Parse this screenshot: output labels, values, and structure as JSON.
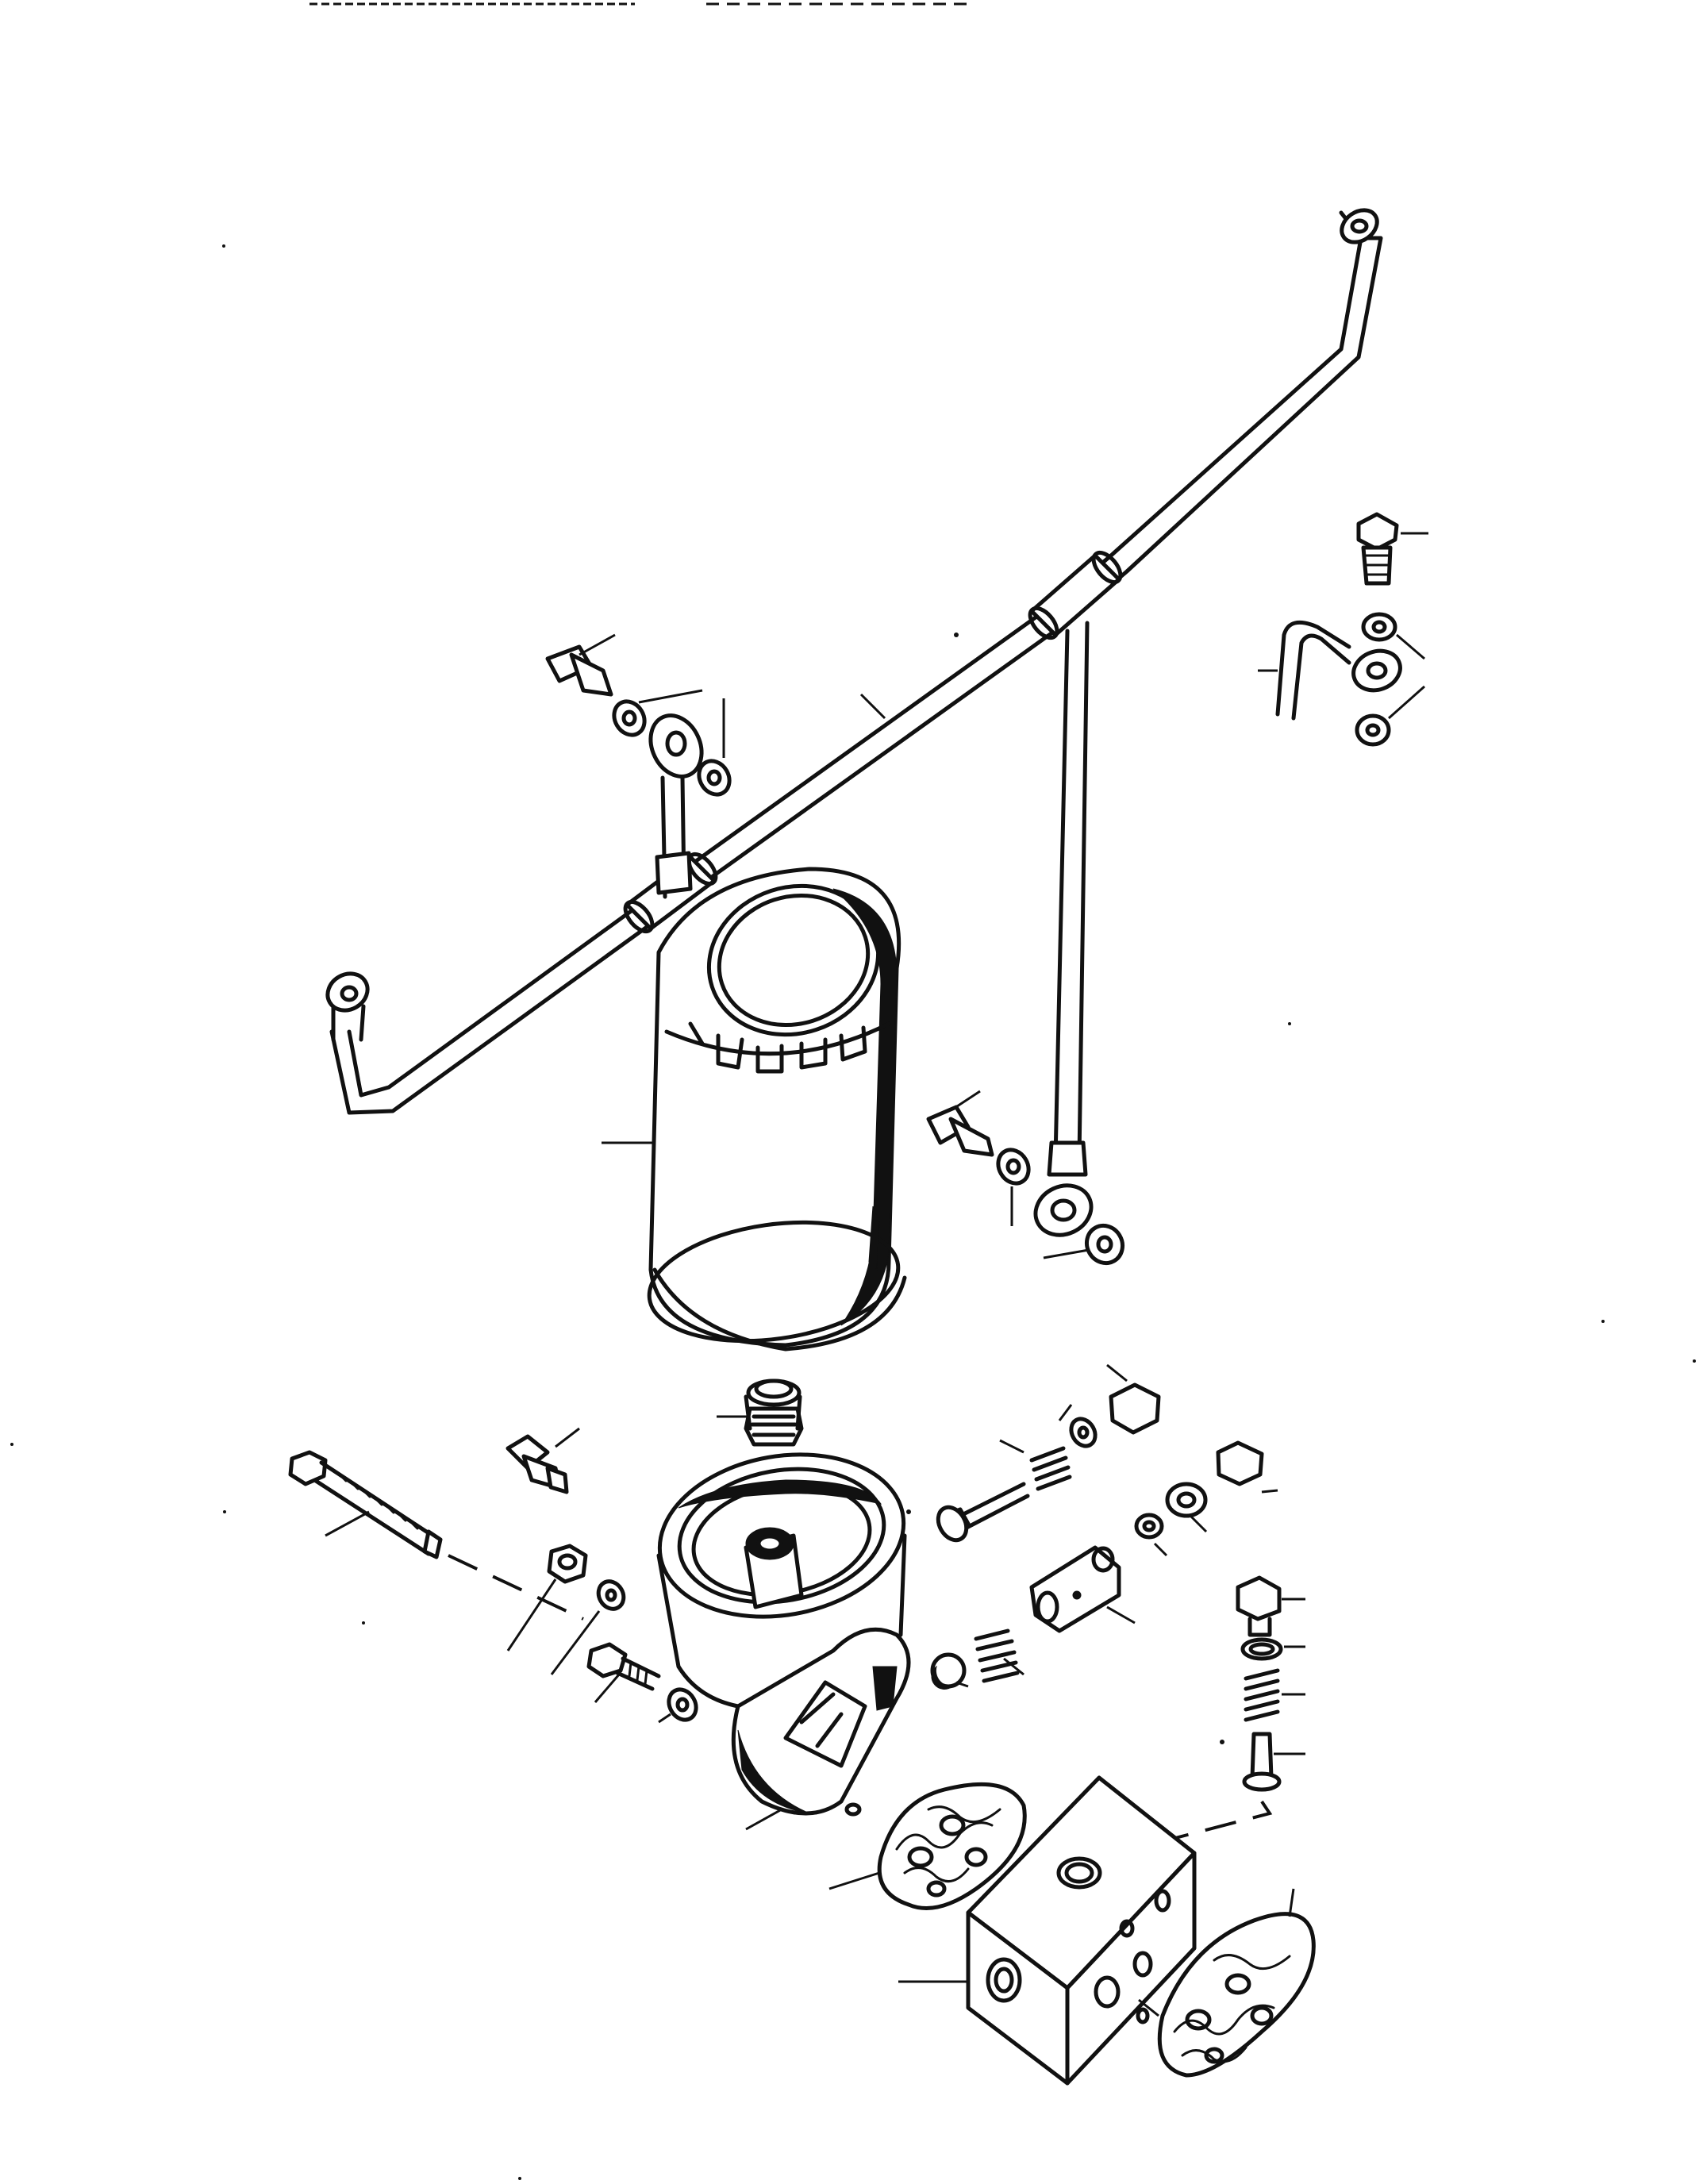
{
  "diagram": {
    "parts": [
      {
        "id": "oil-filter-canister"
      },
      {
        "id": "main-oil-pipe"
      },
      {
        "id": "branch-pipe-left"
      },
      {
        "id": "branch-pipe-right"
      },
      {
        "id": "feed-pipe-elbow"
      },
      {
        "id": "banjo-bolt-top-left"
      },
      {
        "id": "banjo-bolt-center"
      },
      {
        "id": "banjo-bolt-right"
      },
      {
        "id": "sealing-washers"
      },
      {
        "id": "filter-head"
      },
      {
        "id": "center-stud-adapter"
      },
      {
        "id": "long-through-bolt"
      },
      {
        "id": "pressure-switch"
      },
      {
        "id": "relief-valve-assembly"
      },
      {
        "id": "bypass-valve-assembly"
      },
      {
        "id": "check-ball"
      },
      {
        "id": "gaskets"
      },
      {
        "id": "adapter-block"
      }
    ]
  }
}
